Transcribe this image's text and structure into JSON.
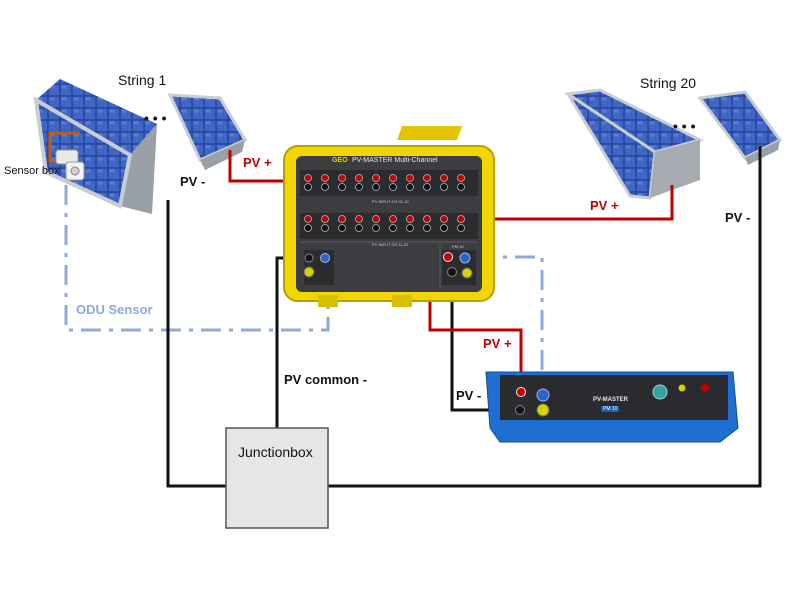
{
  "labels": {
    "string_1": "String 1",
    "string_20": "String 20",
    "ellipsis": "• • •",
    "pv_plus": "PV +",
    "pv_minus": "PV -",
    "pv_common": "PV common -",
    "odu_sensor": "ODU Sensor",
    "sensor_box": "Sensor box",
    "junctionbox": "Junctionbox"
  },
  "multichannel_device": {
    "title": "PV-MASTER Multi-Channel",
    "logo": "GEO",
    "row1_label": "PV INPUT CH 01-10",
    "row2_label": "PV INPUT CH 11-20",
    "out_label": "PM 10"
  },
  "pv_master": {
    "title": "PV-MASTER",
    "model": "PM 10"
  },
  "colors": {
    "pv_plus_wire": "#c00000",
    "pv_minus_wire": "#111111",
    "odu_sensor_wire": "#8eaadb",
    "sensor_wire": "#c55a11",
    "device_case": "#f2d600",
    "pv_master_case": "#1f6fd1"
  }
}
